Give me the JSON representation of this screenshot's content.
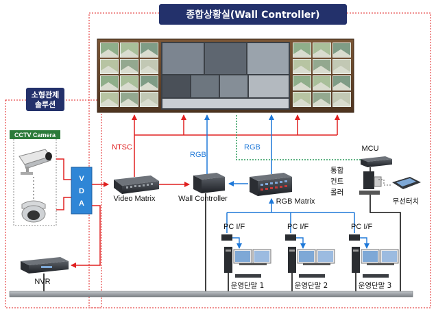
{
  "title": "종합상황실(Wall Controller)",
  "small_solution": {
    "line1": "소형관제",
    "line2": "솔루션"
  },
  "cctv_label": "CCTV Camera",
  "vda_letters": [
    "V",
    "D",
    "A"
  ],
  "devices": {
    "video_matrix": "Video Matrix",
    "wall_controller": "Wall Controller",
    "rgb_matrix": "RGB Matrix",
    "mcu": "MCU",
    "nvr": "NVR",
    "integrated_controller": [
      "통합",
      "컨트",
      "롤러"
    ],
    "wireless_touch": "무선터치"
  },
  "signals": {
    "ntsc": "NTSC",
    "rgb_left": "RGB",
    "rgb_right": "RGB"
  },
  "pc_if": [
    "PC I/F",
    "PC I/F",
    "PC I/F"
  ],
  "terminals": [
    "운영단말 1",
    "운영단말 2",
    "운영단말 3"
  ],
  "colors": {
    "red": "#e02020",
    "blue": "#1e78d8",
    "green": "#2a9a5a",
    "title_bg": "#23316b",
    "vda_bg": "#2f86d6",
    "wall_frame": "#6b4a2f"
  }
}
